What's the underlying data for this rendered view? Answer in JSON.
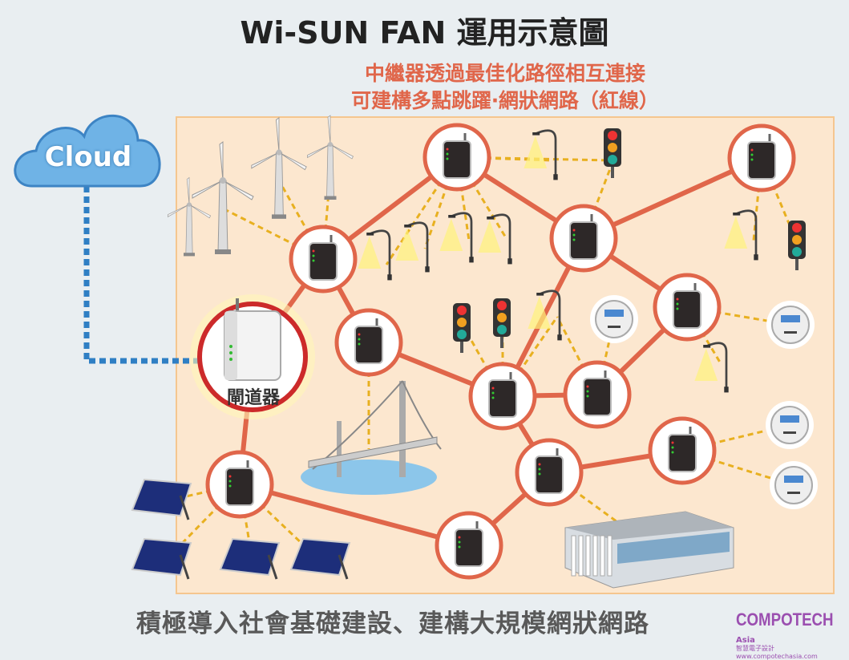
{
  "title": "Wi-SUN FAN 運用示意圖",
  "subtitle": [
    "中繼器透過最佳化路徑相互連接",
    "可建構多點跳躍‧網狀網路（紅線）"
  ],
  "cloud_label": "Cloud",
  "gateway_label": "閘道器",
  "bottom_caption": "積極導入社會基礎建設、建構大規模網狀網路",
  "logo": {
    "name": "COMPOTECH",
    "suffix": "Asia",
    "tagline": "智慧電子設計www.compotechasia.com"
  },
  "colors": {
    "mesh_link": "#e0664a",
    "device_link": "#e8b020",
    "cloud_link": "#2f7fc4",
    "panel": "#fce7cf"
  }
}
